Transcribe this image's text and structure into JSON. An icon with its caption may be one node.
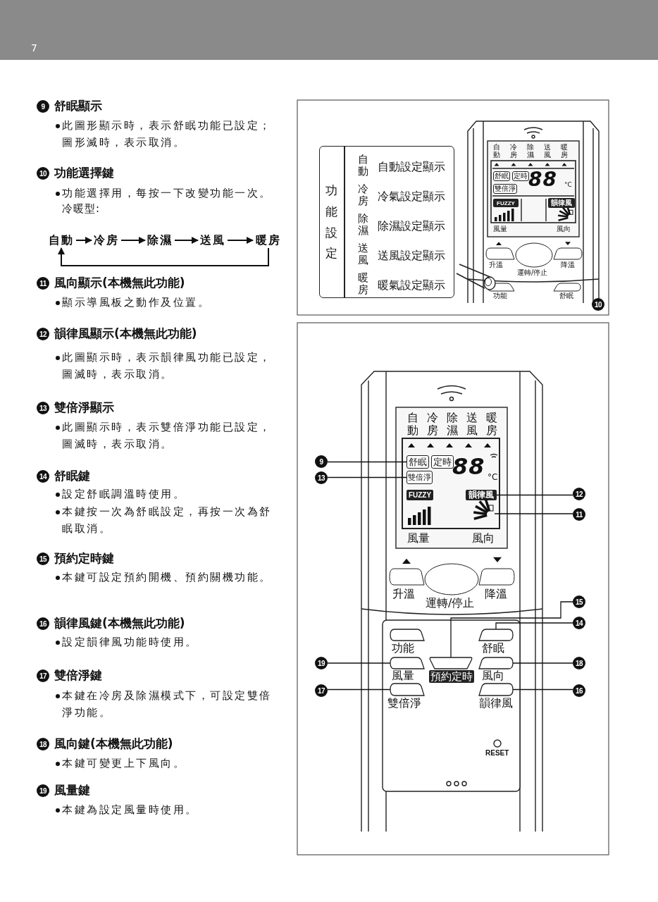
{
  "diagram": {
    "nodes": [
      {
        "text": [
          "自動"
        ]
      },
      {
        "text": [
          "冷房"
        ]
      },
      {
        "text": [
          "除濕"
        ]
      },
      {
        "text": [
          "送風"
        ]
      },
      {
        "text": [
          "暖房"
        ]
      },
      {
        "text": [
          "功能設定",
          "自動",
          "自動設定顯示",
          "冷房",
          "冷氣設定顯示",
          "除濕",
          "除濕設定顯示",
          "送風",
          "送風設定顯示",
          "暖房",
          "暖氣設定顯示"
        ]
      },
      {
        "text": [
          "舒眠"
        ]
      },
      {
        "text": [
          "定時"
        ]
      },
      {
        "text": [
          "雙倍淨"
        ]
      },
      {
        "text": [
          "FUZZY"
        ]
      },
      {
        "text": [
          "韻律風"
        ]
      },
      {
        "text": [
          "舒眠"
        ]
      },
      {
        "text": [
          "定時"
        ]
      },
      {
        "text": [
          "雙倍淨"
        ]
      },
      {
        "text": [
          "FUZZY"
        ]
      },
      {
        "text": [
          "韻律風"
        ]
      },
      {
        "text": [],
        "shape": "picture"
      },
      {
        "text": [],
        "shape": "box",
        "beside": [
          "功能"
        ]
      },
      {
        "text": [],
        "shape": "box",
        "beside": [
          "舒眠"
        ]
      },
      {
        "text": [],
        "shape": "box",
        "beside": [
          "風量"
        ]
      },
      {
        "text": [],
        "shape": "box",
        "beside": [
          "預約定時"
        ]
      },
      {
        "text": [],
        "shape": "box",
        "beside": [
          "風向"
        ]
      },
      {
        "text": [],
        "shape": "box",
        "beside": [
          "雙倍淨"
        ]
      },
      {
        "text": [],
        "shape": "box",
        "beside": [
          "韻律風"
        ]
      },
      {
        "text": [
          "9"
        ]
      },
      {
        "text": [
          "13"
        ]
      },
      {
        "text": [
          "12"
        ]
      },
      {
        "text": [
          "11"
        ]
      },
      {
        "text": [
          "15"
        ]
      },
      {
        "text": [
          "14"
        ]
      },
      {
        "text": [
          "19"
        ]
      },
      {
        "text": [
          "18"
        ]
      },
      {
        "text": [
          "17"
        ]
      },
      {
        "text": [
          "16"
        ]
      },
      {
        "text": [
          "9"
        ]
      },
      {
        "text": [
          "10"
        ]
      },
      {
        "text": [
          "11"
        ]
      },
      {
        "text": [
          "12"
        ]
      },
      {
        "text": [
          "13"
        ]
      },
      {
        "text": [
          "14"
        ]
      },
      {
        "text": [
          "15"
        ]
      },
      {
        "text": [
          "16"
        ]
      },
      {
        "text": [
          "17"
        ]
      },
      {
        "text": [
          "18"
        ]
      },
      {
        "text": [
          "19"
        ]
      },
      {
        "text": [
          "10"
        ]
      }
    ],
    "edges": [
      {
        "from": 0,
        "to": 1,
        "arrow": "to"
      },
      {
        "from": 1,
        "to": 2,
        "arrow": "to"
      },
      {
        "from": 2,
        "to": 3,
        "arrow": "to"
      },
      {
        "from": 3,
        "to": 4,
        "arrow": "to"
      },
      {
        "from": 4,
        "to": 0,
        "arrow": "to"
      },
      {
        "from": 24,
        "to": 11,
        "arrow": "none"
      },
      {
        "from": 25,
        "to": 13,
        "arrow": "none"
      },
      {
        "from": 26,
        "to": 15,
        "arrow": "none"
      },
      {
        "from": 27,
        "to": 16,
        "arrow": "none"
      },
      {
        "from": 28,
        "to": 20,
        "arrow": "none"
      },
      {
        "from": 29,
        "to": 18,
        "arrow": "none"
      },
      {
        "from": 30,
        "to": 19,
        "arrow": "none"
      },
      {
        "from": 31,
        "to": 21,
        "arrow": "none"
      },
      {
        "from": 32,
        "to": 22,
        "arrow": "none"
      },
      {
        "from": 33,
        "to": 23,
        "arrow": "none"
      }
    ],
    "labels": [
      "7",
      "舒眠顯示",
      "此圖形顯示時，表示舒眠功能已設定；圖形滅時，表示取消。",
      "功能選擇鍵",
      "功能選擇用，每按一下改變功能一次。",
      "冷暖型:",
      "風向顯示(本機無此功能)",
      "顯示導風板之動作及位置。",
      "韻律風顯示(本機無此功能)",
      "此圖顯示時，表示韻律風功能已設定，圖滅時，表示取消。",
      "雙倍淨顯示",
      "此圖顯示時，表示雙倍淨功能已設定，圖滅時，表示取消。",
      "舒眠鍵",
      "設定舒眠調溫時使用。",
      "本鍵按一次為舒眠設定，再按一次為舒眠取消。",
      "預約定時鍵",
      "本鍵可設定預約開機、預約關機功能。",
      "韻律風鍵(本機無此功能)",
      "設定韻律風功能時使用。",
      "雙倍淨鍵",
      "本鍵在冷房及除濕模式下，可設定雙倍淨功能。",
      "風向鍵(本機無此功能)",
      "本鍵可變更上下風向。",
      "風量鍵",
      "本鍵為設定風量時使用。",
      "自動",
      "冷房",
      "除濕",
      "送風",
      "暖房",
      "88",
      "°C",
      "風量",
      "風向",
      "升溫",
      "運轉/停止",
      "降溫",
      "功能",
      "舒眠",
      "自動",
      "冷房",
      "除濕",
      "送風",
      "暖房",
      "88",
      "°C",
      "風量",
      "風向",
      "升溫",
      "運轉/停止",
      "降溫",
      "RESET"
    ]
  }
}
